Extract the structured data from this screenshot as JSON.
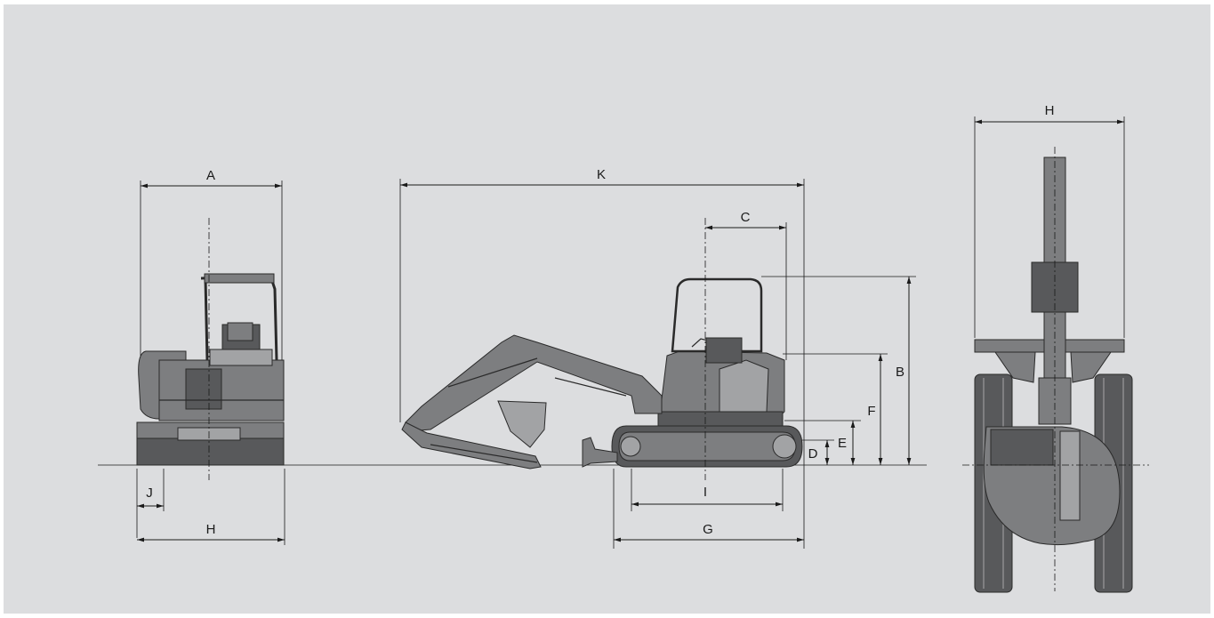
{
  "dimensions": {
    "front_width": "A",
    "front_track": "H",
    "front_shoe": "J",
    "side_length": "K",
    "side_rear_radius": "C",
    "side_height": "B",
    "side_engine_height": "F",
    "side_clearance": "E",
    "side_track_height": "D",
    "side_tumbler": "I",
    "side_track_length": "G",
    "top_blade": "H"
  },
  "colors": {
    "background": "#dcdddf",
    "machine": "#7d7e80",
    "machine_dark": "#58595b",
    "lines": "#1a1a1a"
  }
}
